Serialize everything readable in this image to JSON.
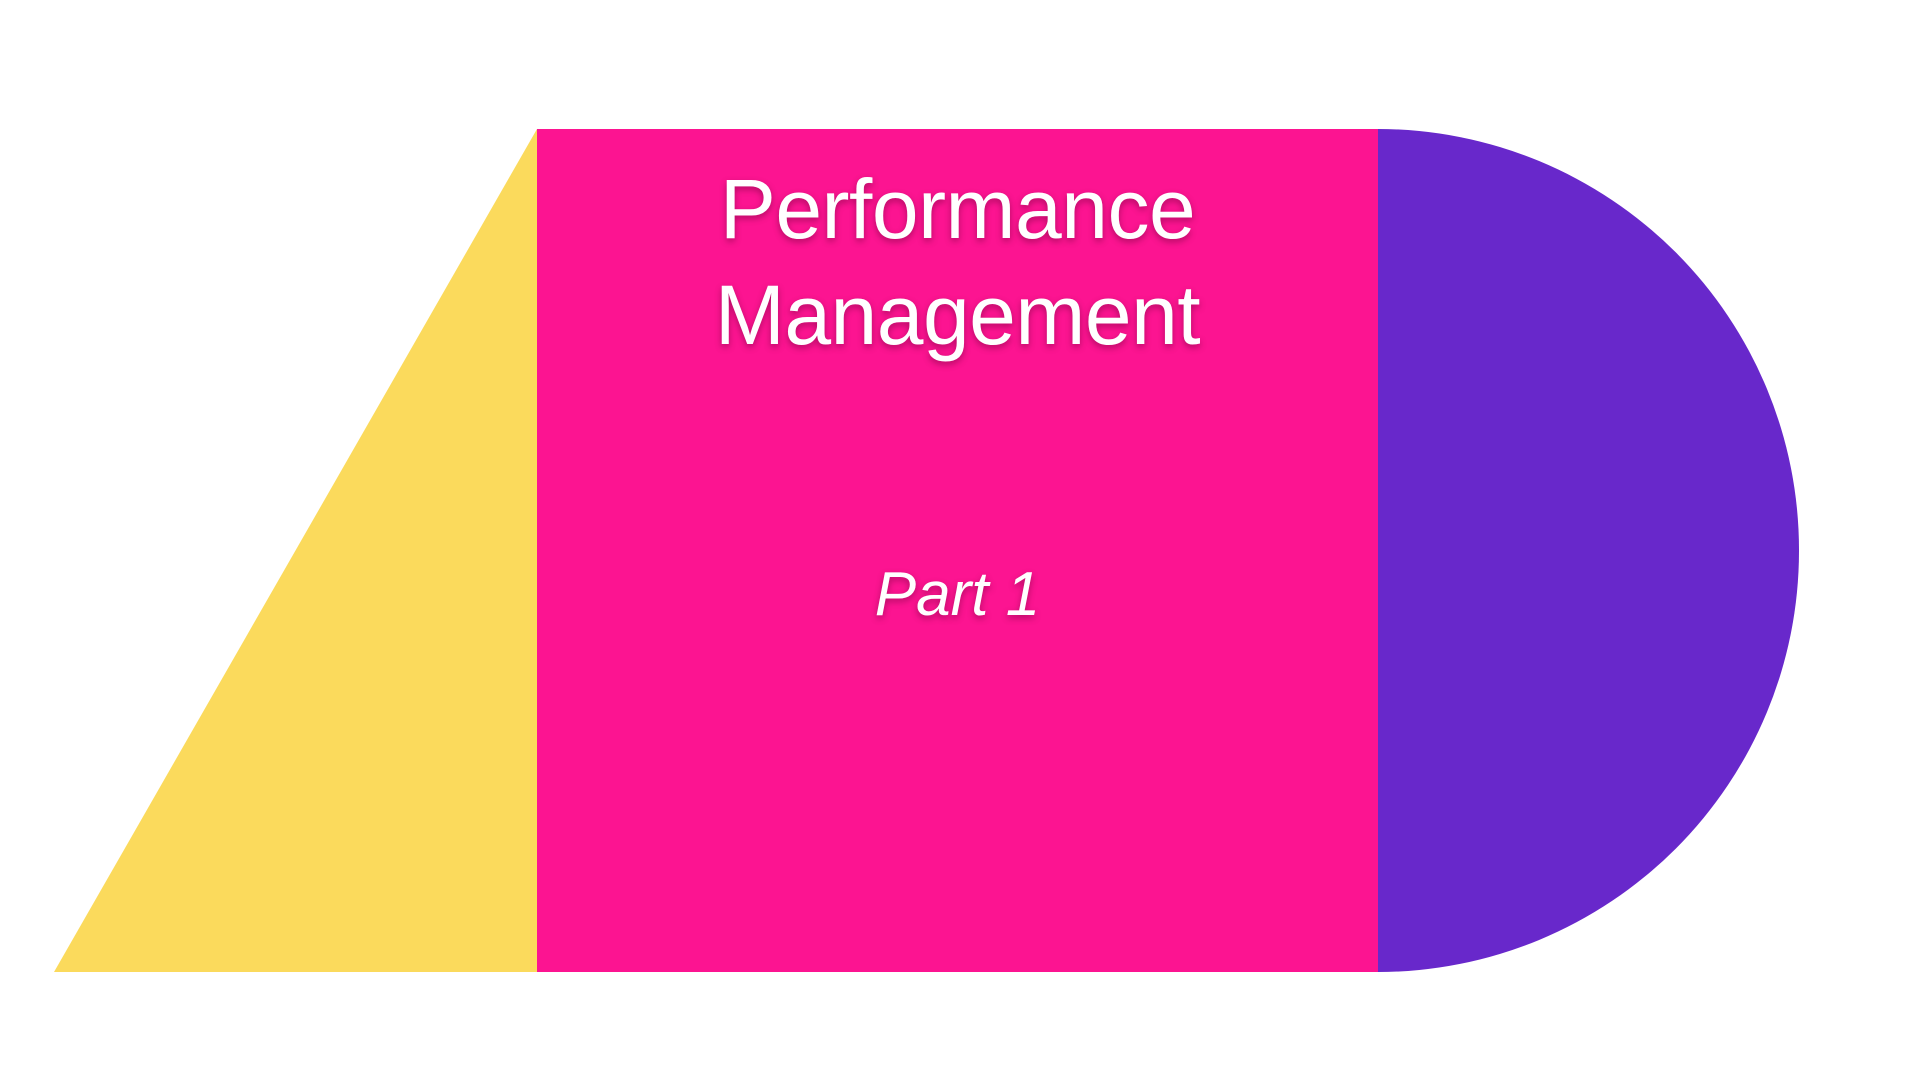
{
  "slide": {
    "title": "Performance Management",
    "title_line_1": "Performance",
    "title_line_2": "Management",
    "subtitle": "Part 1",
    "background_color": "#ffffff",
    "text_color": "#ffffff"
  },
  "shapes": {
    "triangle": {
      "name": "yellow-triangle",
      "color": "#fbda5c"
    },
    "panel": {
      "name": "pink-panel",
      "color": "#fc1491"
    },
    "semicircle": {
      "name": "purple-semicircle",
      "color": "#6828cb"
    }
  }
}
